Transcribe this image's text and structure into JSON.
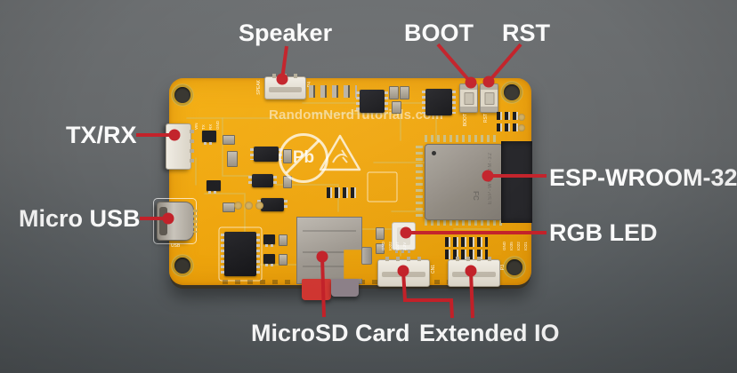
{
  "annotations": {
    "speaker": "Speaker",
    "boot": "BOOT",
    "rst": "RST",
    "tx_rx": "TX/RX",
    "micro_usb": "Micro USB",
    "esp_wroom_32": "ESP-WROOM-32",
    "rgb_led": "RGB LED",
    "microsd_card": "MicroSD Card",
    "extended_io": "Extended IO"
  },
  "board": {
    "watermark": "RandomNerdTutorials.com",
    "silkscreen": {
      "speaker": "SPEAK",
      "speaker_ref": "P4",
      "boot": "BOOT",
      "rst": "RST",
      "usb": "USB",
      "uart_pins": [
        "VIN",
        "TX",
        "RX",
        "GND"
      ],
      "cn1": "CN1",
      "p3": "P3",
      "cn1_pins": [
        "GND",
        "IO22",
        "IO27",
        "3.3V"
      ],
      "p3_pins": [
        "GND",
        "IO35",
        "IO22",
        "IO21"
      ],
      "pb_symbol": "Pb",
      "esp_marking": "ESP-WROOM-32",
      "fcc_mark": "FC"
    }
  },
  "colors": {
    "annotation_red": "#c22028",
    "label_white": "#fafafa",
    "board_yellow": "#efa50c",
    "trace_green_yellow": "#cfc46f",
    "background_gray": "#5d6163"
  }
}
